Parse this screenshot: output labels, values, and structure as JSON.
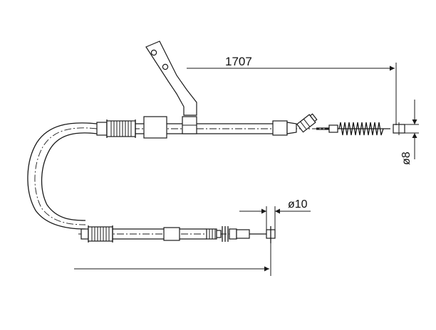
{
  "dimensions": {
    "length_label": "1707",
    "end_diameter_label": "ø8",
    "nipple_diameter_label": "ø10"
  }
}
